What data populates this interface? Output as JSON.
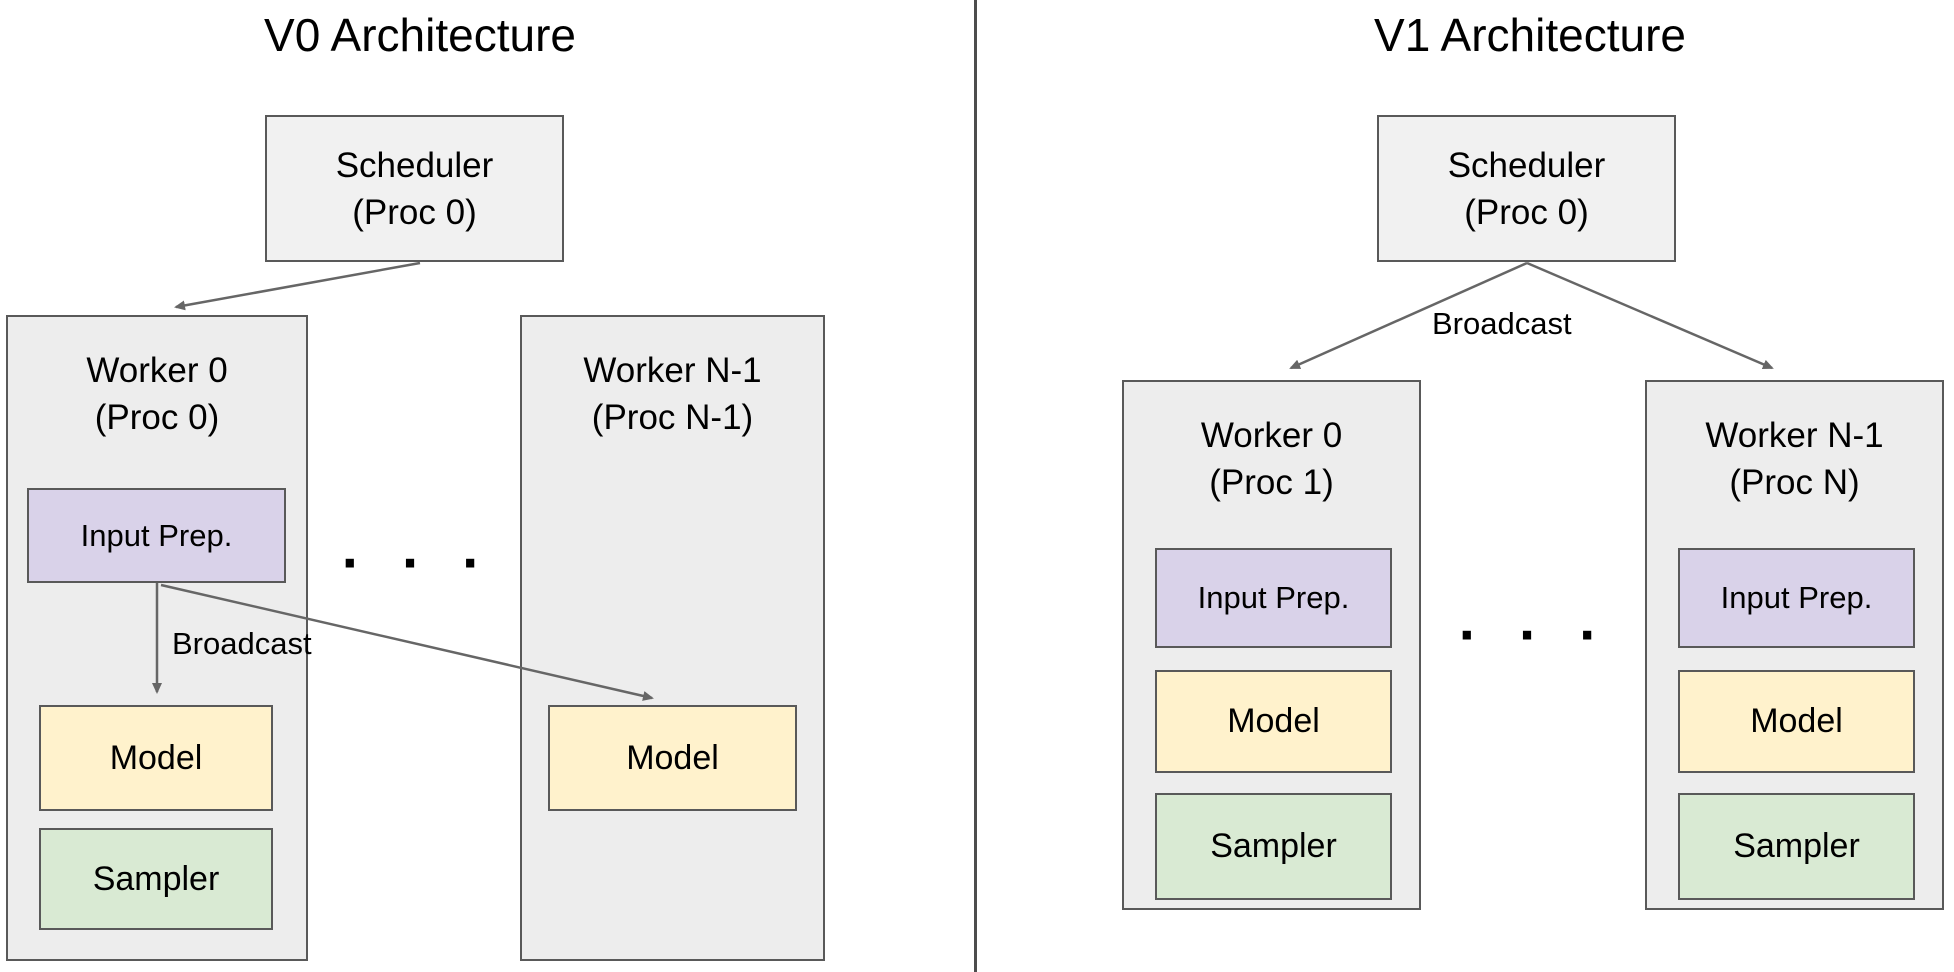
{
  "diagram": {
    "kind": "architecture-comparison",
    "colors": {
      "background": "#ffffff",
      "container_gray": "#ededed",
      "node_gray": "#f1f1f1",
      "input_prep_purple": "#d9d2e9",
      "model_yellow": "#fff2cc",
      "sampler_green": "#d9ead3",
      "border_gray": "#595959",
      "arrow_gray": "#666666",
      "text": "#000000"
    }
  },
  "v0": {
    "title": "V0 Architecture",
    "scheduler": {
      "name": "Scheduler",
      "proc": "(Proc 0)"
    },
    "worker0": {
      "name": "Worker 0",
      "proc": "(Proc 0)"
    },
    "workerN": {
      "name": "Worker N-1",
      "proc": "(Proc N-1)"
    },
    "blocks": {
      "input_prep": "Input Prep.",
      "model": "Model",
      "sampler": "Sampler",
      "model_n": "Model"
    },
    "broadcast": "Broadcast",
    "dots": ". . ."
  },
  "v1": {
    "title": "V1 Architecture",
    "scheduler": {
      "name": "Scheduler",
      "proc": "(Proc 0)"
    },
    "broadcast": "Broadcast",
    "dots": ". . .",
    "worker0": {
      "name": "Worker 0",
      "proc": "(Proc 1)",
      "blocks": {
        "input_prep": "Input Prep.",
        "model": "Model",
        "sampler": "Sampler"
      }
    },
    "workerN": {
      "name": "Worker N-1",
      "proc": "(Proc N)",
      "blocks": {
        "input_prep": "Input Prep.",
        "model": "Model",
        "sampler": "Sampler"
      }
    }
  }
}
